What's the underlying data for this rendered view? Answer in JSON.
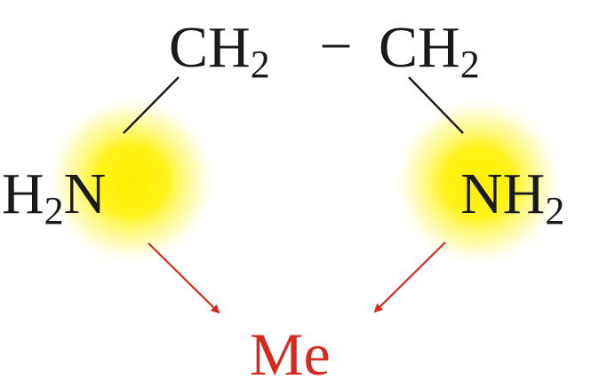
{
  "colors": {
    "text": "#1a1a1a",
    "metal": "#d42a20",
    "arrow": "#d42a20",
    "glow": "#ffea00"
  },
  "ethylene": {
    "left_group": {
      "main": "CH",
      "sub": "2"
    },
    "dash": "–",
    "right_group": {
      "main": "CH",
      "sub": "2"
    }
  },
  "left_amine": {
    "main1": "H",
    "sub": "2",
    "main2": "N"
  },
  "right_amine": {
    "main": "NH",
    "sub": "2"
  },
  "metal": {
    "label": "Me"
  }
}
